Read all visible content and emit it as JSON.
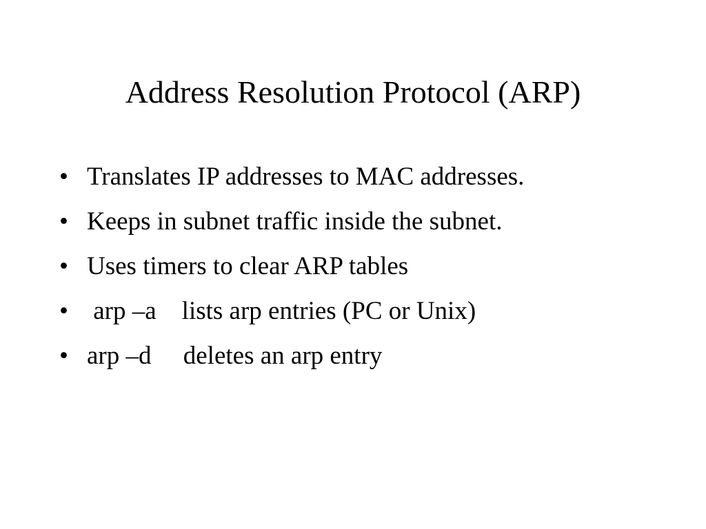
{
  "slide": {
    "title": "Address Resolution Protocol (ARP)",
    "bullet_symbol": "•",
    "bullets": [
      "Translates IP addresses to MAC addresses.",
      "Keeps in subnet traffic inside the subnet.",
      "Uses timers to clear ARP tables",
      " arp –a    lists arp entries (PC or Unix)",
      "arp –d     deletes an arp entry"
    ]
  }
}
